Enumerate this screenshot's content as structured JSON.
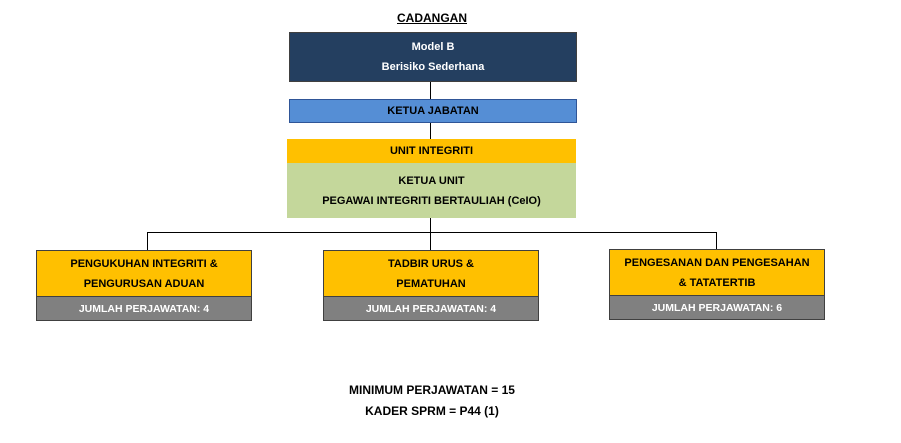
{
  "title": "CADANGAN",
  "model": {
    "line1": "Model B",
    "line2": "Berisiko Sederhana"
  },
  "ketua_jabatan": "KETUA JABATAN",
  "unit_integriti": {
    "header": "UNIT INTEGRITI",
    "line1": "KETUA UNIT",
    "line2": "PEGAWAI INTEGRITI BERTAULIAH (CeIO)"
  },
  "branches": [
    {
      "line1": "PENGUKUHAN INTEGRITI &",
      "line2": "PENGURUSAN ADUAN",
      "jumlah": "JUMLAH PERJAWATAN: 4"
    },
    {
      "line1": "TADBIR URUS &",
      "line2": "PEMATUHAN",
      "jumlah": "JUMLAH PERJAWATAN: 4"
    },
    {
      "line1": "PENGESANAN DAN PENGESAHAN",
      "line2": "& TATATERTIB",
      "jumlah": "JUMLAH PERJAWATAN: 6"
    }
  ],
  "footer": {
    "line1": "MINIMUM PERJAWATAN = 15",
    "line2": "KADER SPRM = P44 (1)"
  },
  "colors": {
    "model": "#243f60",
    "ketua_jabatan": "#558ed5",
    "unit_header": "#ffc000",
    "unit_body": "#c4d79b",
    "branch": "#ffc000",
    "jumlah": "#808080"
  }
}
